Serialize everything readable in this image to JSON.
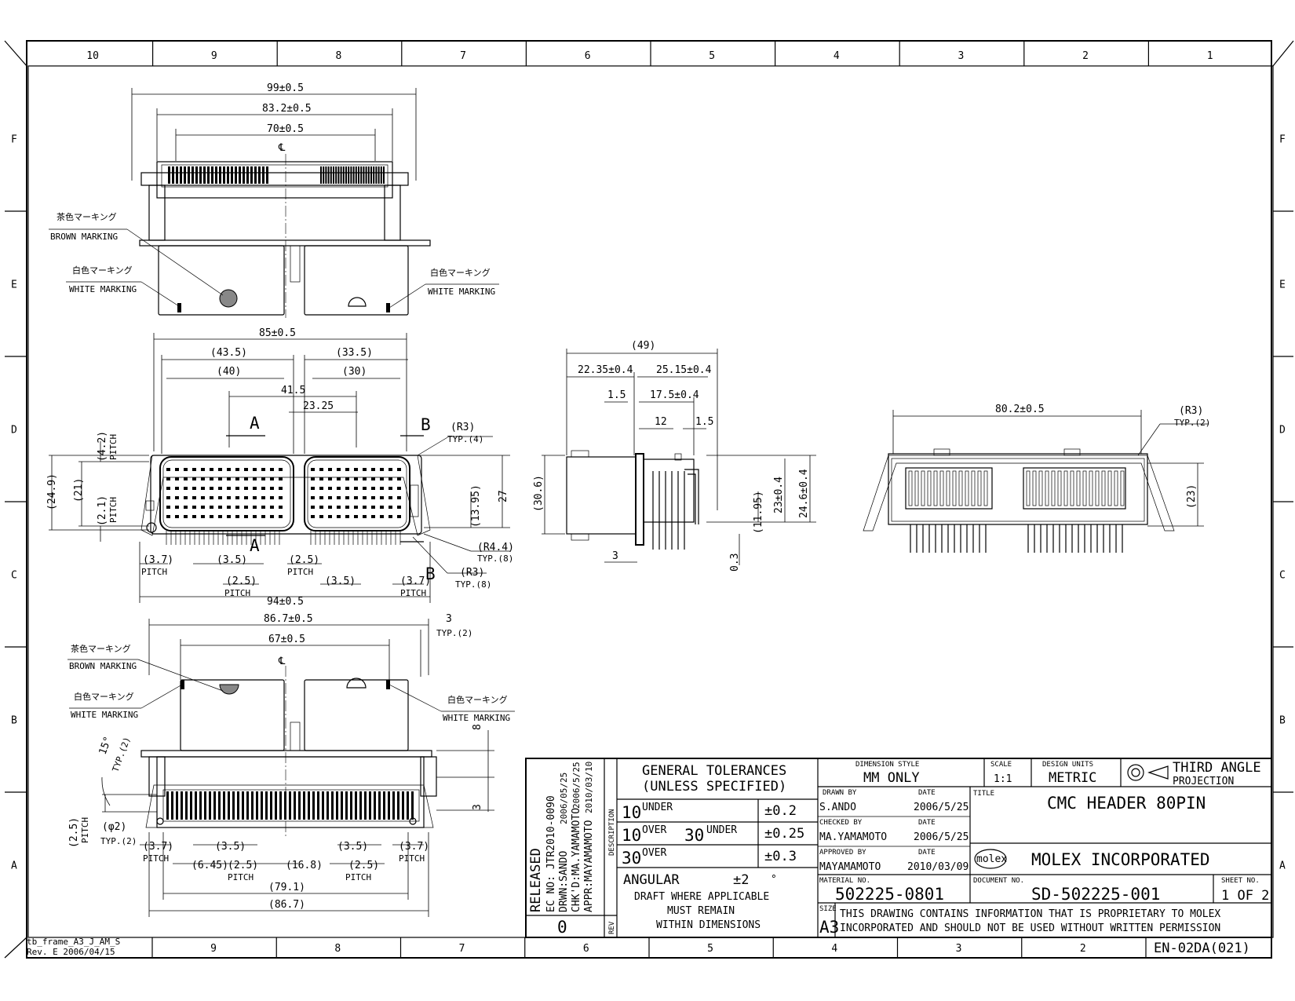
{
  "frame": {
    "top_columns": [
      "10",
      "9",
      "8",
      "7",
      "6",
      "5",
      "4",
      "3",
      "2",
      "1"
    ],
    "bottom_columns": [
      "9",
      "8",
      "7",
      "6",
      "5",
      "4",
      "3",
      "2"
    ],
    "rows": [
      "F",
      "E",
      "D",
      "C",
      "B",
      "A"
    ],
    "frame_name": "tb_frame_A3_J_AM_S",
    "frame_rev": "Rev. E 2006/04/15",
    "form_code": "EN-02DA(021)"
  },
  "top_view": {
    "dims": [
      "99±0.5",
      "83.2±0.5",
      "70±0.5"
    ],
    "centerline": "℄",
    "brown_marking_jp": "茶色マーキング",
    "brown_marking": "BROWN MARKING",
    "white_marking_jp": "白色マーキング",
    "white_marking": "WHITE MARKING"
  },
  "front_view": {
    "dims": [
      "85±0.5",
      "(43.5)",
      "(33.5)",
      "(40)",
      "(30)",
      "41.5",
      "23.25",
      "(R3)",
      "TYP.(4)",
      "(4.2)",
      "PITCH",
      "(24.9)",
      "(21)",
      "(2.1)",
      "PITCH",
      "(13.95)",
      "27",
      "(R4.4)",
      "TYP.(8)",
      "(R3)",
      "TYP.(8)",
      "(3.7)",
      "PITCH",
      "(3.5)",
      "(2.5)",
      "PITCH",
      "(3.5)",
      "(3.7)",
      "PITCH",
      "(2.5)",
      "PITCH",
      "94±0.5"
    ],
    "section_a": "A",
    "section_b": "B"
  },
  "side_view": {
    "dims": [
      "(49)",
      "22.35±0.4",
      "25.15±0.4",
      "1.5",
      "17.5±0.4",
      "12",
      "1.5",
      "(30.6)",
      "(11.95)",
      "23±0.4",
      "24.6±0.4",
      "3",
      "0.3"
    ]
  },
  "rear_view": {
    "dims": [
      "80.2±0.5",
      "(R3)",
      "TYP.(2)",
      "(23)"
    ]
  },
  "bottom_view": {
    "dims": [
      "86.7±0.5",
      "67±0.5",
      "3",
      "TYP.(2)",
      "8",
      "3",
      "15°",
      "TYP.(2)",
      "(2.5)",
      "PITCH",
      "(φ2)",
      "TYP.(2)",
      "(3.7)",
      "PITCH",
      "(3.5)",
      "(6.45)",
      "(2.5)",
      "PITCH",
      "(16.8)",
      "(3.5)",
      "(2.5)",
      "PITCH",
      "(3.7)",
      "PITCH",
      "(79.1)",
      "(86.7)"
    ],
    "brown_marking_jp": "茶色マーキング",
    "brown_marking": "BROWN MARKING",
    "white_marking_jp": "白色マーキング",
    "white_marking": "WHITE MARKING"
  },
  "title_block": {
    "released": "RELEASED",
    "ec_no": "EC NO: JTR2010-0090",
    "drwn": "DRWN:SANDO",
    "drwn_date": "2006/05/25",
    "chkd": "CHK'D:MA.YAMAMOTO",
    "chkd_date": "2006/5/25",
    "appr": "APPR:MAYAMAMOTO",
    "appr_date": "2010/03/10",
    "description": "DESCRIPTION",
    "rev_label": "REV",
    "rev": "0",
    "general_tolerances": "GENERAL TOLERANCES",
    "unless_specified": "(UNLESS SPECIFIED)",
    "tol_rows": [
      {
        "a": "10",
        "b": "UNDER",
        "c": "",
        "d": "",
        "tol": "±0.2"
      },
      {
        "a": "10",
        "b": "OVER",
        "c": "30",
        "d": "UNDER",
        "tol": "±0.25"
      },
      {
        "a": "30",
        "b": "OVER",
        "c": "",
        "d": "",
        "tol": "±0.3"
      }
    ],
    "angular": "ANGULAR",
    "angular_tol": "±2",
    "deg": "°",
    "draft_lines": [
      "DRAFT WHERE APPLICABLE",
      "MUST REMAIN",
      "WITHIN DIMENSIONS"
    ],
    "dimension_style_label": "DIMENSION STYLE",
    "dimension_style": "MM ONLY",
    "scale_label": "SCALE",
    "scale": "1:1",
    "design_units_label": "DESIGN UNITS",
    "design_units": "METRIC",
    "projection": [
      "THIRD ANGLE",
      "PROJECTION"
    ],
    "drawn_by_label": "DRAWN BY",
    "drawn_by": "S.ANDO",
    "date_label": "DATE",
    "drawn_date": "2006/5/25",
    "checked_by_label": "CHECKED BY",
    "checked_by": "MA.YAMAMOTO",
    "checked_date": "2006/5/25",
    "approved_by_label": "APPROVED BY",
    "approved_by": "MAYAMAMOTO",
    "approved_date": "2010/03/09",
    "title_label": "TITLE",
    "title": "CMC HEADER 80PIN",
    "logo": "molex",
    "company": "MOLEX INCORPORATED",
    "material_no_label": "MATERIAL NO.",
    "material_no": "502225-0801",
    "document_no_label": "DOCUMENT NO.",
    "document_no": "SD-502225-001",
    "sheet_no_label": "SHEET NO.",
    "sheet_no": "1 OF 2",
    "size_label": "SIZE",
    "size": "A3",
    "proprietary": [
      "THIS DRAWING CONTAINS INFORMATION THAT IS PROPRIETARY TO MOLEX",
      "INCORPORATED AND SHOULD NOT BE USED WITHOUT WRITTEN PERMISSION"
    ]
  }
}
